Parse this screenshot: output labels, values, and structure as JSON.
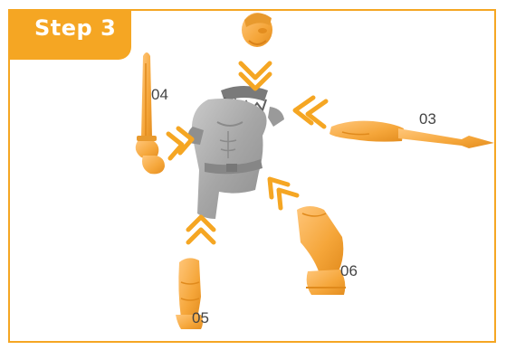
{
  "step": {
    "label": "Step 3"
  },
  "parts": {
    "p03": "03",
    "p04": "04",
    "p05": "05",
    "p06": "06"
  },
  "colors": {
    "frame": "#f5a623",
    "arrow": "#f5a623",
    "part": "#f6ad4a",
    "body": "#a9a9a9",
    "label_text": "#444444"
  }
}
